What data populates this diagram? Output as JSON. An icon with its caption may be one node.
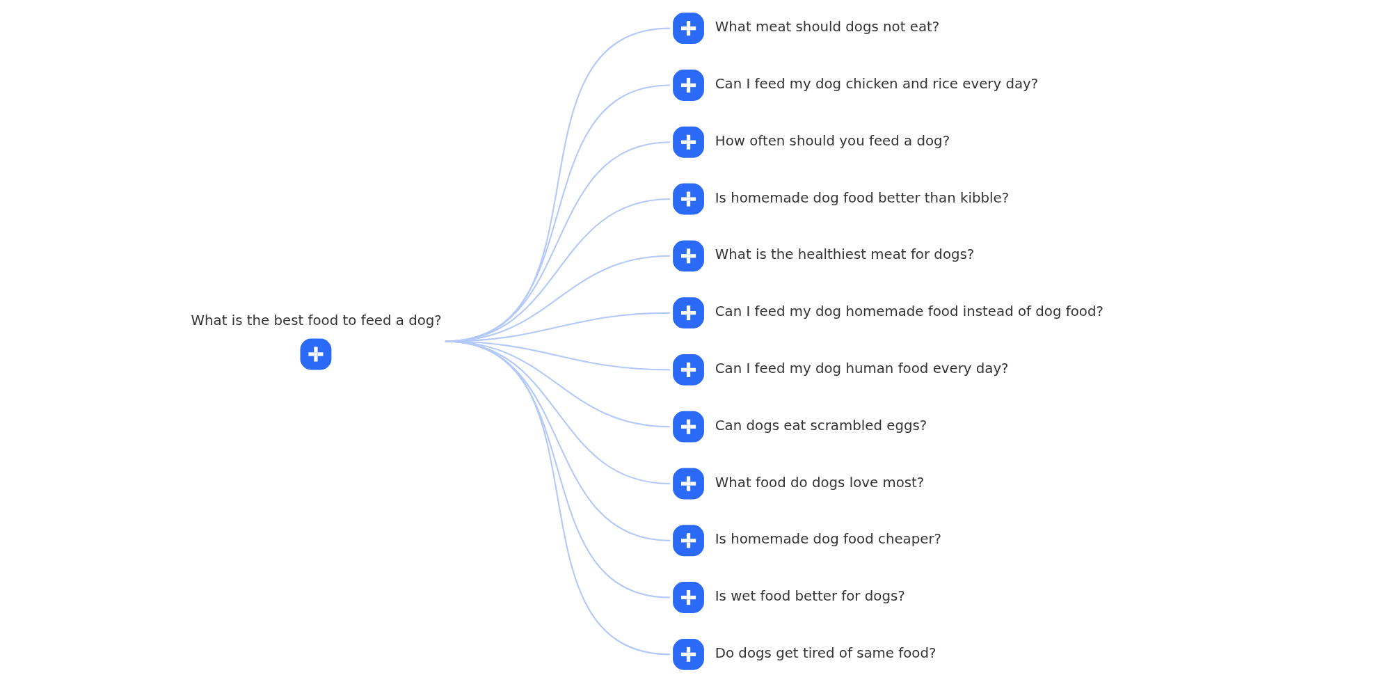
{
  "diagram": {
    "nodes": [
      {
        "text": [
          "What is the best food to feed a dog?"
        ]
      },
      {
        "text": [
          "What meat should dogs not eat?"
        ]
      },
      {
        "text": [
          "Can I feed my dog chicken and rice every day?"
        ]
      },
      {
        "text": [
          "How often should you feed a dog?"
        ]
      },
      {
        "text": [
          "Is homemade dog food better than kibble?"
        ]
      },
      {
        "text": [
          "What is the healthiest meat for dogs?"
        ]
      },
      {
        "text": [
          "Can I feed my dog homemade food instead of dog food?"
        ]
      },
      {
        "text": [
          "Can I feed my dog human food every day?"
        ]
      },
      {
        "text": [
          "Can dogs eat scrambled eggs?"
        ]
      },
      {
        "text": [
          "What food do dogs love most?"
        ]
      },
      {
        "text": [
          "Is homemade dog food cheaper?"
        ]
      },
      {
        "text": [
          "Is wet food better for dogs?"
        ]
      },
      {
        "text": [
          "Do dogs get tired of same food?"
        ]
      }
    ],
    "edges": [
      {
        "from": 0,
        "to": 1,
        "arrow": "none"
      },
      {
        "from": 0,
        "to": 2,
        "arrow": "none"
      },
      {
        "from": 0,
        "to": 3,
        "arrow": "none"
      },
      {
        "from": 0,
        "to": 4,
        "arrow": "none"
      },
      {
        "from": 0,
        "to": 5,
        "arrow": "none"
      },
      {
        "from": 0,
        "to": 6,
        "arrow": "none"
      },
      {
        "from": 0,
        "to": 7,
        "arrow": "none"
      },
      {
        "from": 0,
        "to": 8,
        "arrow": "none"
      },
      {
        "from": 0,
        "to": 9,
        "arrow": "none"
      },
      {
        "from": 0,
        "to": 10,
        "arrow": "none"
      },
      {
        "from": 0,
        "to": 11,
        "arrow": "none"
      },
      {
        "from": 0,
        "to": 12,
        "arrow": "none"
      }
    ]
  }
}
